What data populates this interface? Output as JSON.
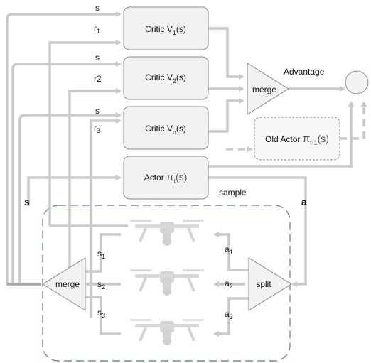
{
  "inputs": {
    "s_top": "s",
    "r_top": "r",
    "r_top_sub": "1",
    "s_mid": "s",
    "r_mid": "r2",
    "s_low": "s",
    "r_low": "r",
    "r_low_sub": "3",
    "s_side": "s",
    "a_side": "a"
  },
  "critics": [
    {
      "label": "Critic V",
      "sub": "1",
      "suffix": "(s)"
    },
    {
      "label": "Critic V",
      "sub": "2",
      "suffix": "(s)"
    },
    {
      "label": "Critic V",
      "sub": "n",
      "suffix": "(s)"
    }
  ],
  "actor": {
    "label": "Actor ",
    "pi": "π",
    "sub": "t",
    "suffix": "(s)"
  },
  "old_actor": {
    "label": "Old Actor ",
    "pi": "π",
    "sub": "t-1",
    "suffix": "(s)"
  },
  "merge_top": "merge",
  "advantage": "Advantage",
  "sample": "sample",
  "merge_bottom": "merge",
  "split": "split",
  "states": [
    {
      "s": "s",
      "sub": "1"
    },
    {
      "s": "s",
      "sub": "2"
    },
    {
      "s": "s",
      "sub": "3"
    }
  ],
  "actions": [
    {
      "a": "a",
      "sub": "1"
    },
    {
      "a": "a",
      "sub": "2"
    },
    {
      "a": "a",
      "sub": "3"
    }
  ],
  "colors": {
    "edge": "#c9c9c9",
    "box_fill": "#f2f2f2",
    "box_stroke": "#8a8a8a",
    "env_border": "#6a8caf",
    "drone": "#d0d0d0"
  }
}
